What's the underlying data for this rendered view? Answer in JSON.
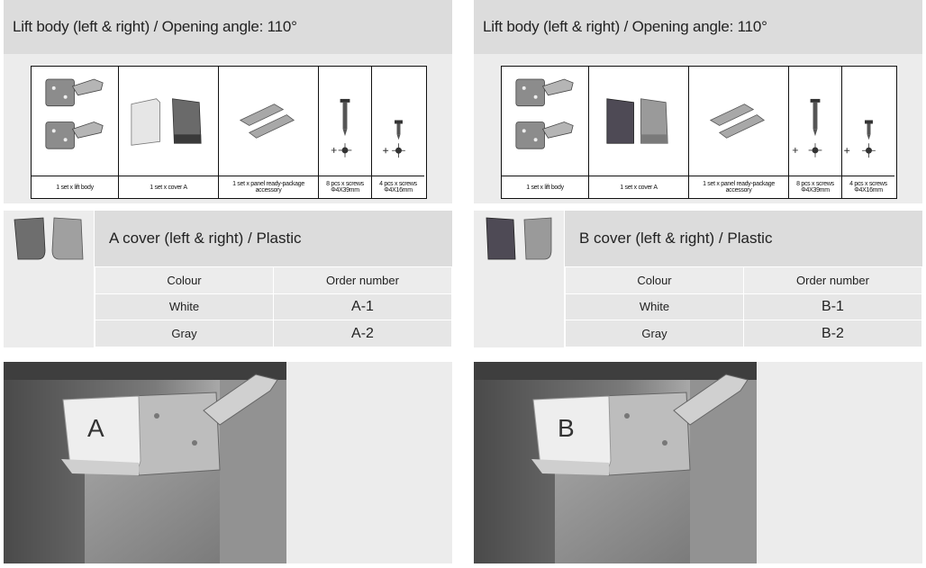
{
  "panels": [
    {
      "id": "a",
      "title": "Lift body (left & right) / Opening angle: 110°",
      "kit_items": [
        {
          "caption": "1 set x lift body",
          "icon": "lift-body-icon"
        },
        {
          "caption": "1 set x cover A",
          "icon": "cover-pair-icon"
        },
        {
          "caption": "1 set x panel ready-package accessory",
          "icon": "panel-accessory-icon"
        },
        {
          "caption": "8 pcs x screws Φ4X39mm",
          "icon": "long-screw-icon"
        },
        {
          "caption": "4 pcs x screws Φ4X16mm",
          "icon": "short-screw-icon"
        }
      ],
      "cover_title": "A cover (left & right) / Plastic",
      "table": {
        "headers": [
          "Colour",
          "Order number"
        ],
        "rows": [
          {
            "colour": "White",
            "order": "A-1"
          },
          {
            "colour": "Gray",
            "order": "A-2"
          }
        ]
      },
      "photo_label": "A",
      "cover_colors": {
        "front": "#d9d9d9",
        "back": "#5f5f5f"
      }
    },
    {
      "id": "b",
      "title": "Lift body (left & right) / Opening angle: 110°",
      "kit_items": [
        {
          "caption": "1 set x lift body",
          "icon": "lift-body-icon"
        },
        {
          "caption": "1 set x cover A",
          "icon": "cover-pair-icon"
        },
        {
          "caption": "1 set x panel ready-package accessory",
          "icon": "panel-accessory-icon"
        },
        {
          "caption": "8 pcs x screws Φ4X39mm",
          "icon": "long-screw-icon"
        },
        {
          "caption": "4 pcs x screws Φ4X16mm",
          "icon": "short-screw-icon"
        }
      ],
      "cover_title": "B cover (left & right) / Plastic",
      "table": {
        "headers": [
          "Colour",
          "Order number"
        ],
        "rows": [
          {
            "colour": "White",
            "order": "B-1"
          },
          {
            "colour": "Gray",
            "order": "B-2"
          }
        ]
      },
      "photo_label": "B",
      "cover_colors": {
        "front": "#4e4a55",
        "back": "#9a9a9a"
      }
    }
  ]
}
